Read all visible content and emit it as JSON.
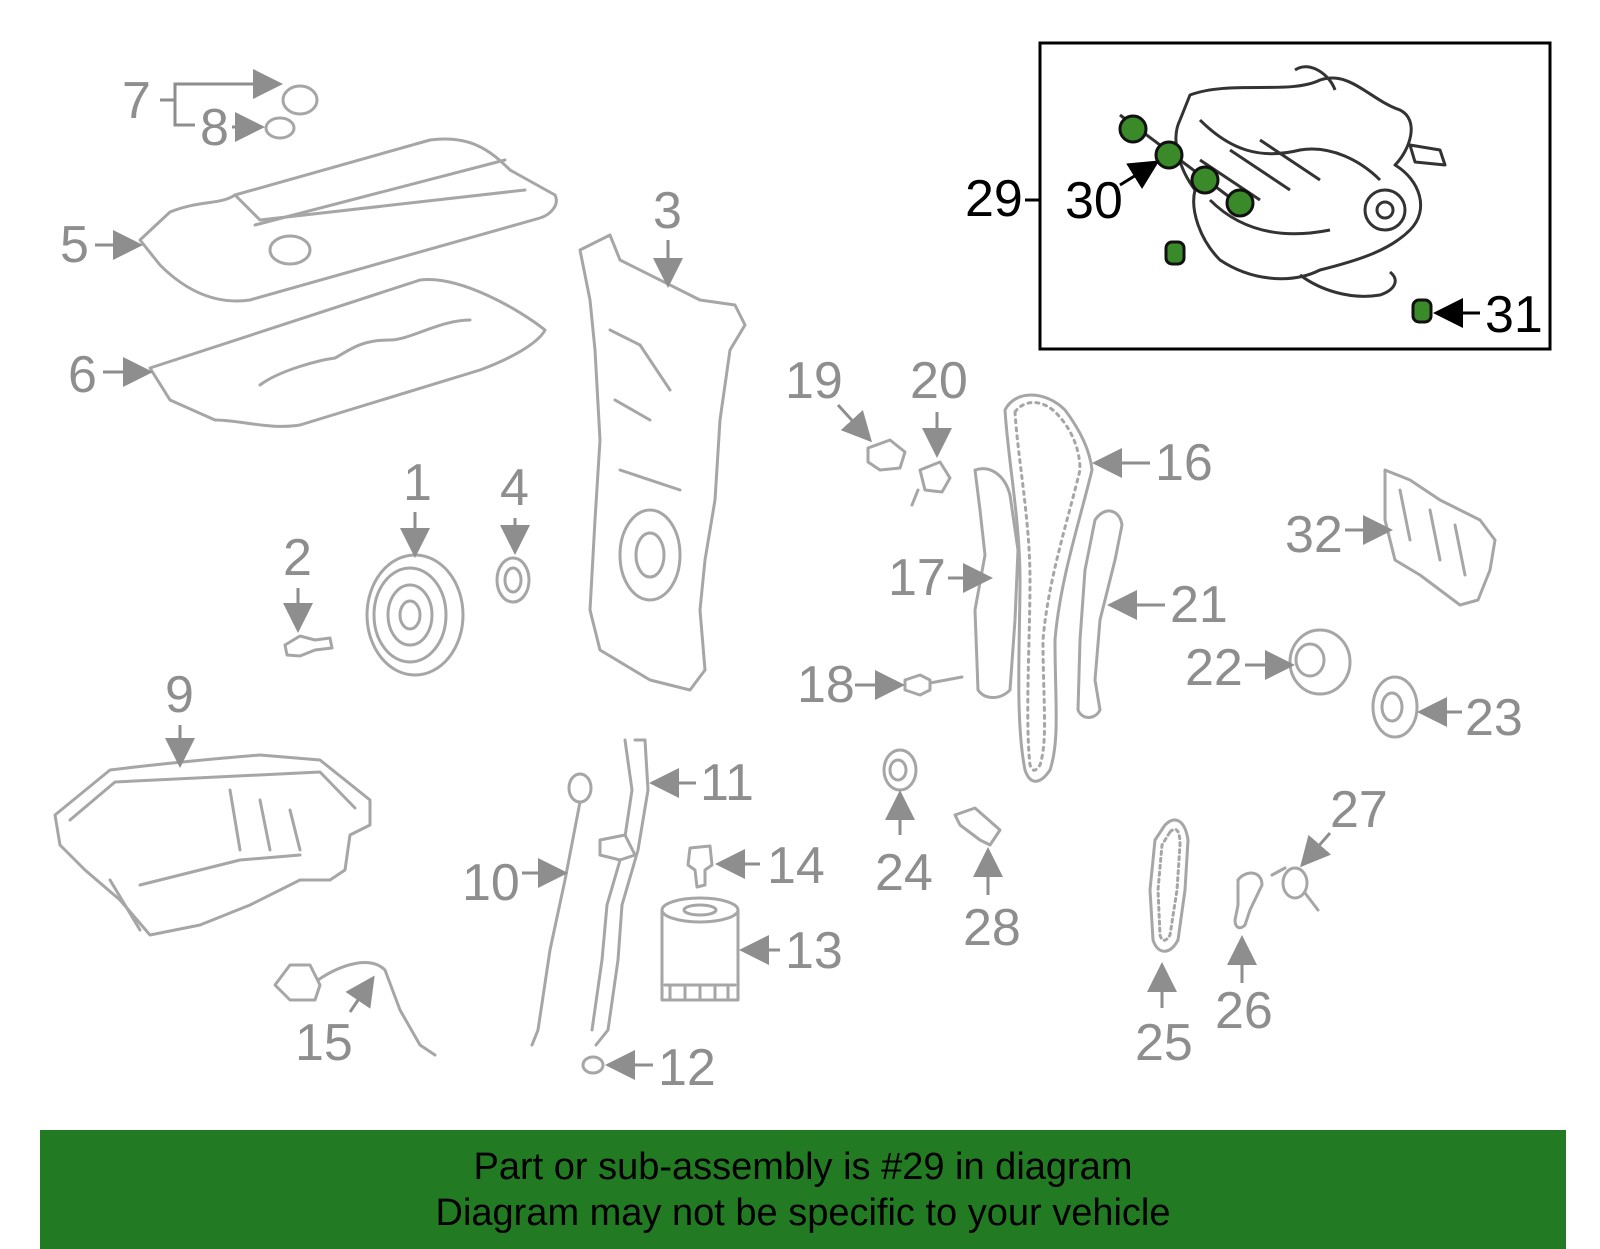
{
  "diagram": {
    "highlighted_part": "29",
    "callouts": [
      "1",
      "2",
      "3",
      "4",
      "5",
      "6",
      "7",
      "8",
      "9",
      "10",
      "11",
      "12",
      "13",
      "14",
      "15",
      "16",
      "17",
      "18",
      "19",
      "20",
      "21",
      "22",
      "23",
      "24",
      "25",
      "26",
      "27",
      "28",
      "29",
      "30",
      "31",
      "32"
    ]
  },
  "footer": {
    "line1": "Part or sub-assembly is #29 in diagram",
    "line2": "Diagram may not be specific to your vehicle",
    "background_color": "#227b22"
  }
}
